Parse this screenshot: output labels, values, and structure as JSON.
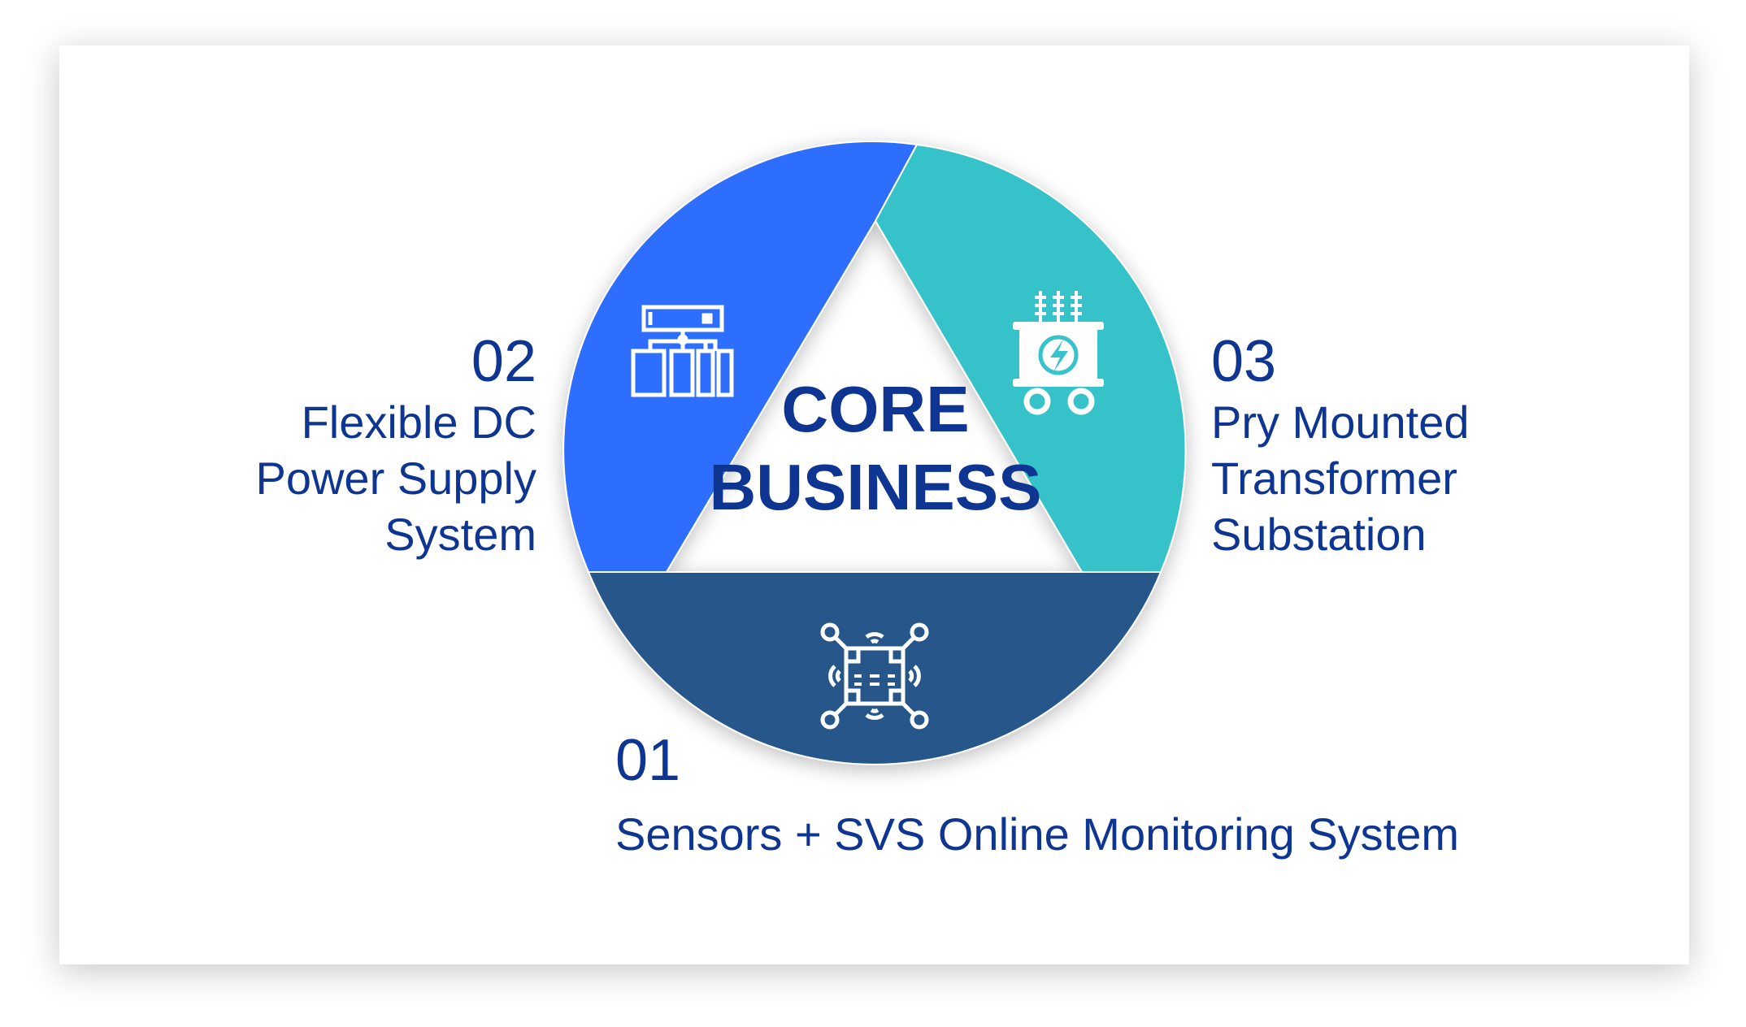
{
  "center": {
    "line1": "CORE",
    "line2": "BUSINESS"
  },
  "items": [
    {
      "number": "01",
      "lines": [
        "Sensors + SVS Online Monitoring System"
      ],
      "icon": "sensor-chip-icon",
      "color": "#25568a"
    },
    {
      "number": "02",
      "lines": [
        "Flexible DC",
        "Power Supply",
        "System"
      ],
      "icon": "server-rack-icon",
      "color": "#2d6eff"
    },
    {
      "number": "03",
      "lines": [
        "Pry Mounted",
        "Transformer",
        "Substation"
      ],
      "icon": "transformer-icon",
      "color": "#36c3c9"
    }
  ],
  "text_color": "#0d3591"
}
